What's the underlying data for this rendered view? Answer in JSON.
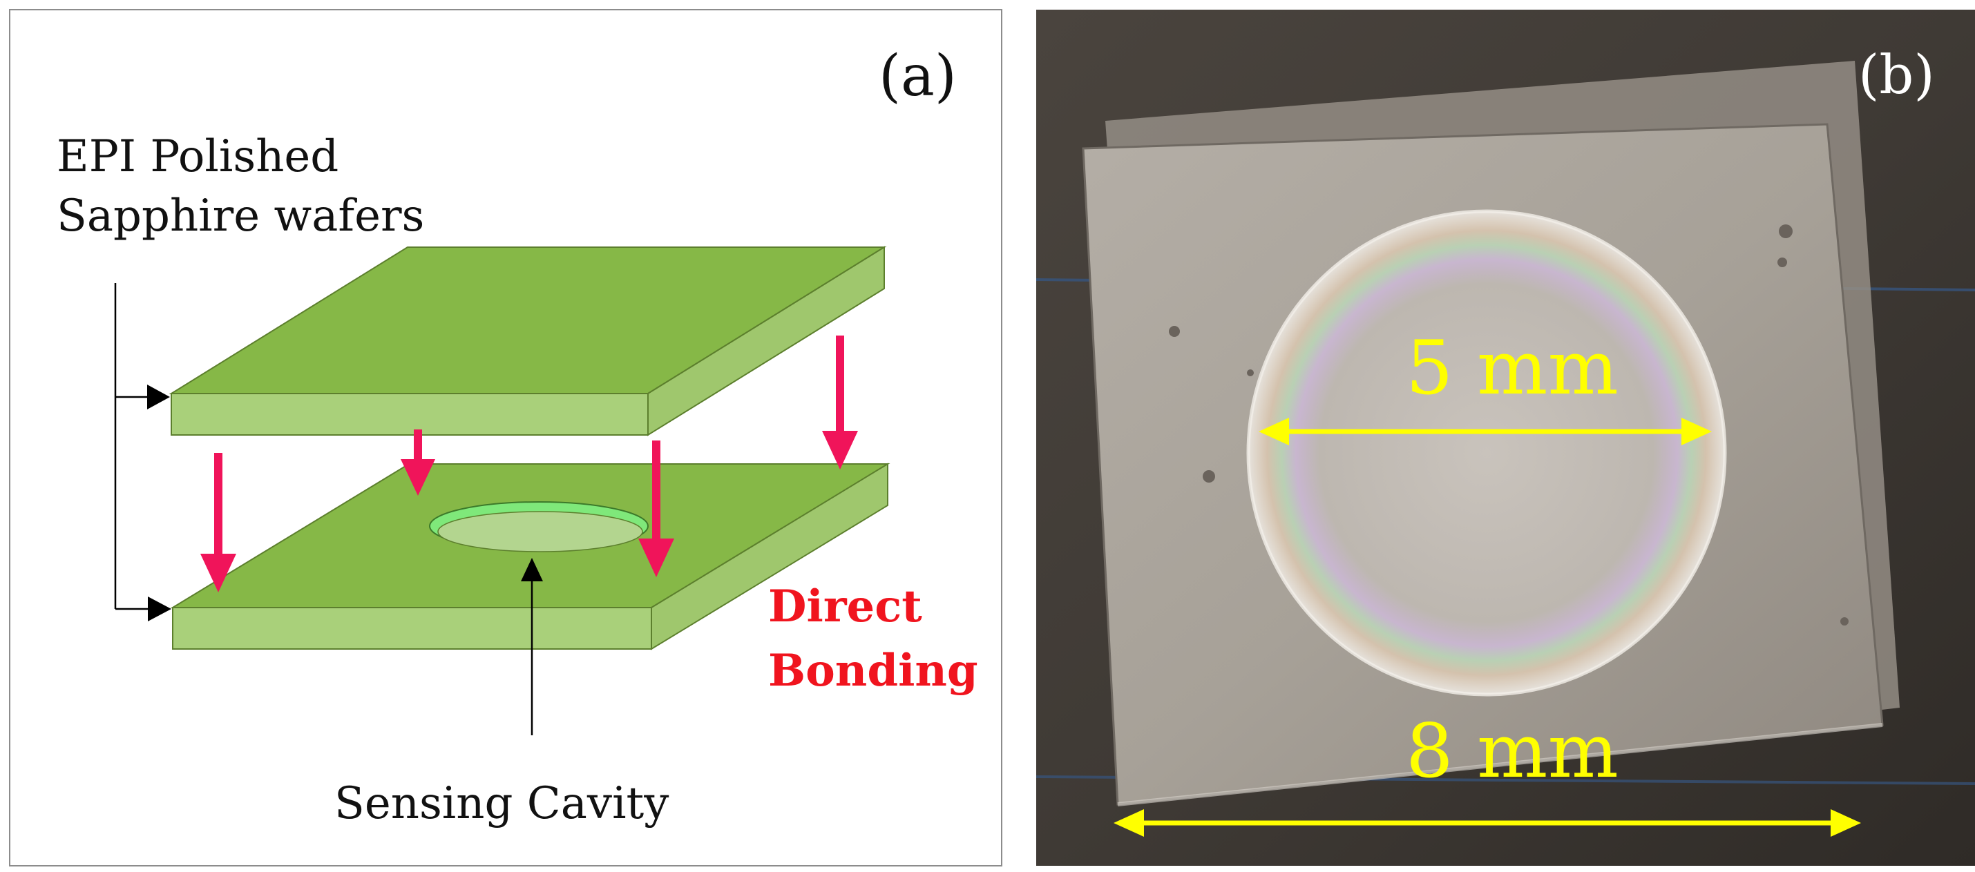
{
  "panel_a": {
    "label": "(a)",
    "wafers_label_line1": "EPI Polished",
    "wafers_label_line2": "Sapphire wafers",
    "bonding_line1": "Direct",
    "bonding_line2": "Bonding",
    "cavity_label": "Sensing Cavity",
    "colors": {
      "wafer_top": "#86b847",
      "wafer_side": "#a9d07a",
      "cavity_rim": "#7fe87a",
      "arrow": "#f0145a",
      "bonding_text": "#f0141e"
    }
  },
  "panel_b": {
    "label": "(b)",
    "inner_dimension": "5 mm",
    "outer_dimension": "8 mm",
    "colors": {
      "dimension": "#ffff00",
      "background": "#3f3a35"
    }
  }
}
